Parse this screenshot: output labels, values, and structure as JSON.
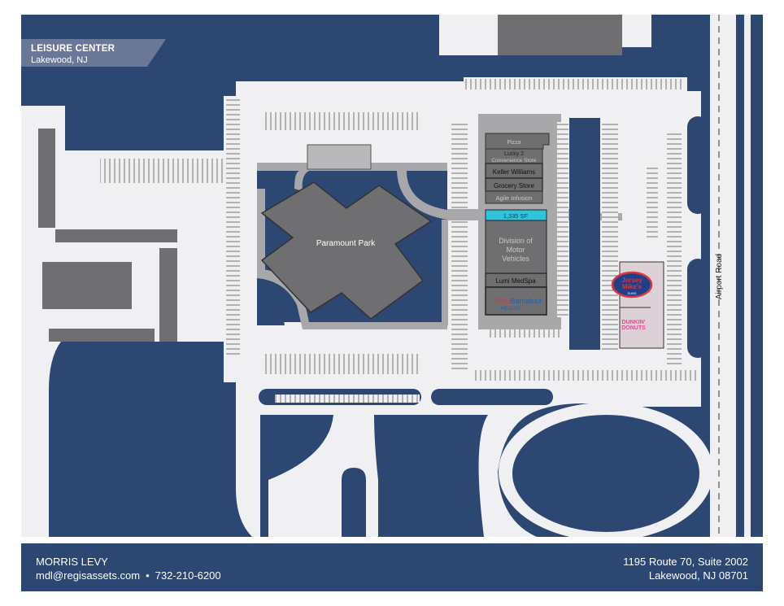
{
  "header": {
    "title": "LEISURE CENTER",
    "subtitle": "Lakewood, NJ"
  },
  "map": {
    "anchor_building": "Paramount Park",
    "road": "Airport Road",
    "stores": [
      "Pizza",
      "Lucky 2",
      "Convenience Store",
      "Keller Williams",
      "Grocery Store",
      "Agile Infusion"
    ],
    "available_unit": "1,335 SF",
    "dmv": [
      "Division of",
      "Motor",
      "Vehicles"
    ],
    "lumi": "Lumi MedSpa",
    "rwj": {
      "part1": "RWJ",
      "part2": "Barnabas",
      "part3": "HEALTH"
    },
    "jersey_mikes": {
      "line1": "Jersey",
      "line2": "Mike's",
      "line3": "SUBS"
    },
    "dunkin": {
      "line1": "DUNKIN'",
      "line2": "DONUTS"
    }
  },
  "footer": {
    "name": "MORRIS LEVY",
    "email": "mdl@regisassets.com",
    "separator": "•",
    "phone": "732-210-6200",
    "address_line1": "1195 Route 70, Suite 2002",
    "address_line2": "Lakewood, NJ 08701"
  },
  "colors": {
    "navy": "#2c4772",
    "pavement": "#f0f0f2",
    "building": "#6f6f71",
    "walkway": "#a8a8ab",
    "available": "#2ec4dc"
  }
}
